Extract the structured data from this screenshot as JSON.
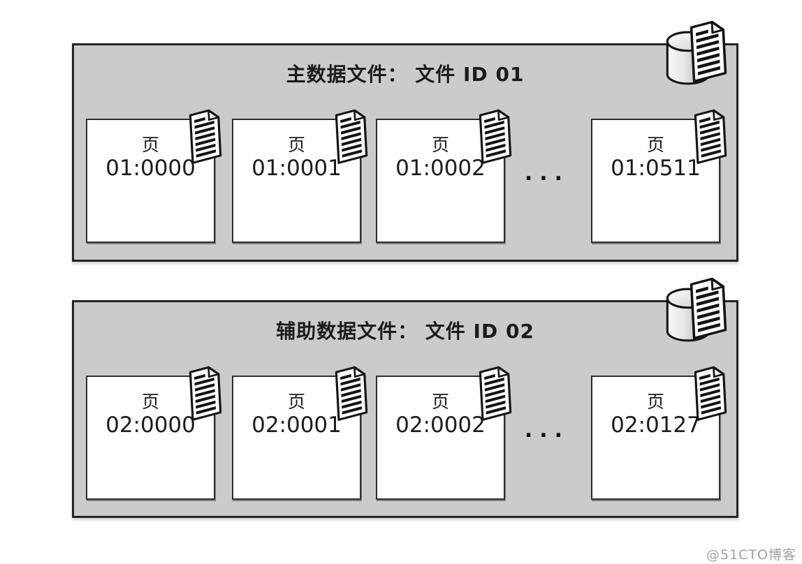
{
  "diagram": {
    "description": "SQL Server data file and page layout diagram",
    "background_color": "#ffffff",
    "container_fill": "#cbcbcb",
    "container_border": "#242424",
    "page_fill": "#ffffff",
    "page_border": "#2e2e2e",
    "text_color": "#1b1b1b"
  },
  "files": [
    {
      "title": "主数据文件： 文件 ID 01",
      "ellipsis": "...",
      "pages": [
        {
          "label": "页",
          "id": "01:0000"
        },
        {
          "label": "页",
          "id": "01:0001"
        },
        {
          "label": "页",
          "id": "01:0002"
        },
        {
          "label": "页",
          "id": "01:0511"
        }
      ]
    },
    {
      "title": "辅助数据文件： 文件 ID 02",
      "ellipsis": "...",
      "pages": [
        {
          "label": "页",
          "id": "02:0000"
        },
        {
          "label": "页",
          "id": "02:0001"
        },
        {
          "label": "页",
          "id": "02:0002"
        },
        {
          "label": "页",
          "id": "02:0127"
        }
      ]
    }
  ],
  "icons": {
    "document": "striped-document-page",
    "database": "database-cylinder-with-document"
  },
  "watermark": {
    "text": "@51CTO博客",
    "color": "#a0a0a0"
  }
}
